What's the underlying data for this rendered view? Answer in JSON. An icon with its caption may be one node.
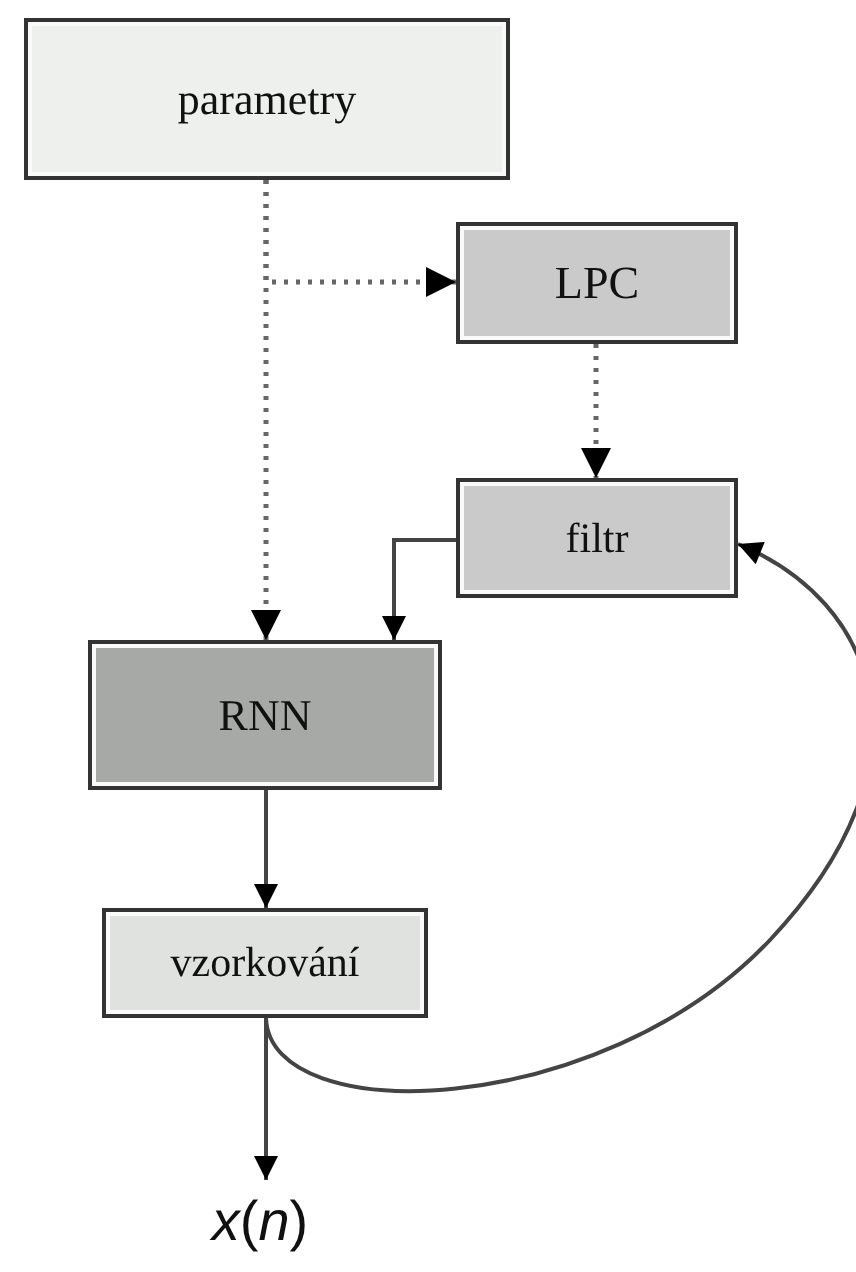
{
  "diagram": {
    "nodes": [
      {
        "text": [
          "parametry"
        ]
      },
      {
        "text": [
          "LPC"
        ]
      },
      {
        "text": [
          "filtr"
        ]
      },
      {
        "text": [
          "RNN"
        ]
      },
      {
        "text": [
          "vzorkování"
        ]
      },
      {
        "text": [
          "*x*(*n*)"
        ]
      }
    ],
    "edges": [
      {
        "from": 0,
        "to": 3,
        "arrow": "to",
        "style": "dashed"
      },
      {
        "from": 0,
        "to": 1,
        "arrow": "to",
        "style": "dashed"
      },
      {
        "from": 1,
        "to": 2,
        "arrow": "to",
        "style": "dashed"
      },
      {
        "from": 2,
        "to": 3,
        "arrow": "to"
      },
      {
        "from": 3,
        "to": 4,
        "arrow": "to"
      },
      {
        "from": 4,
        "to": 5,
        "arrow": "to"
      },
      {
        "from": 4,
        "to": 2,
        "arrow": "to"
      }
    ]
  }
}
